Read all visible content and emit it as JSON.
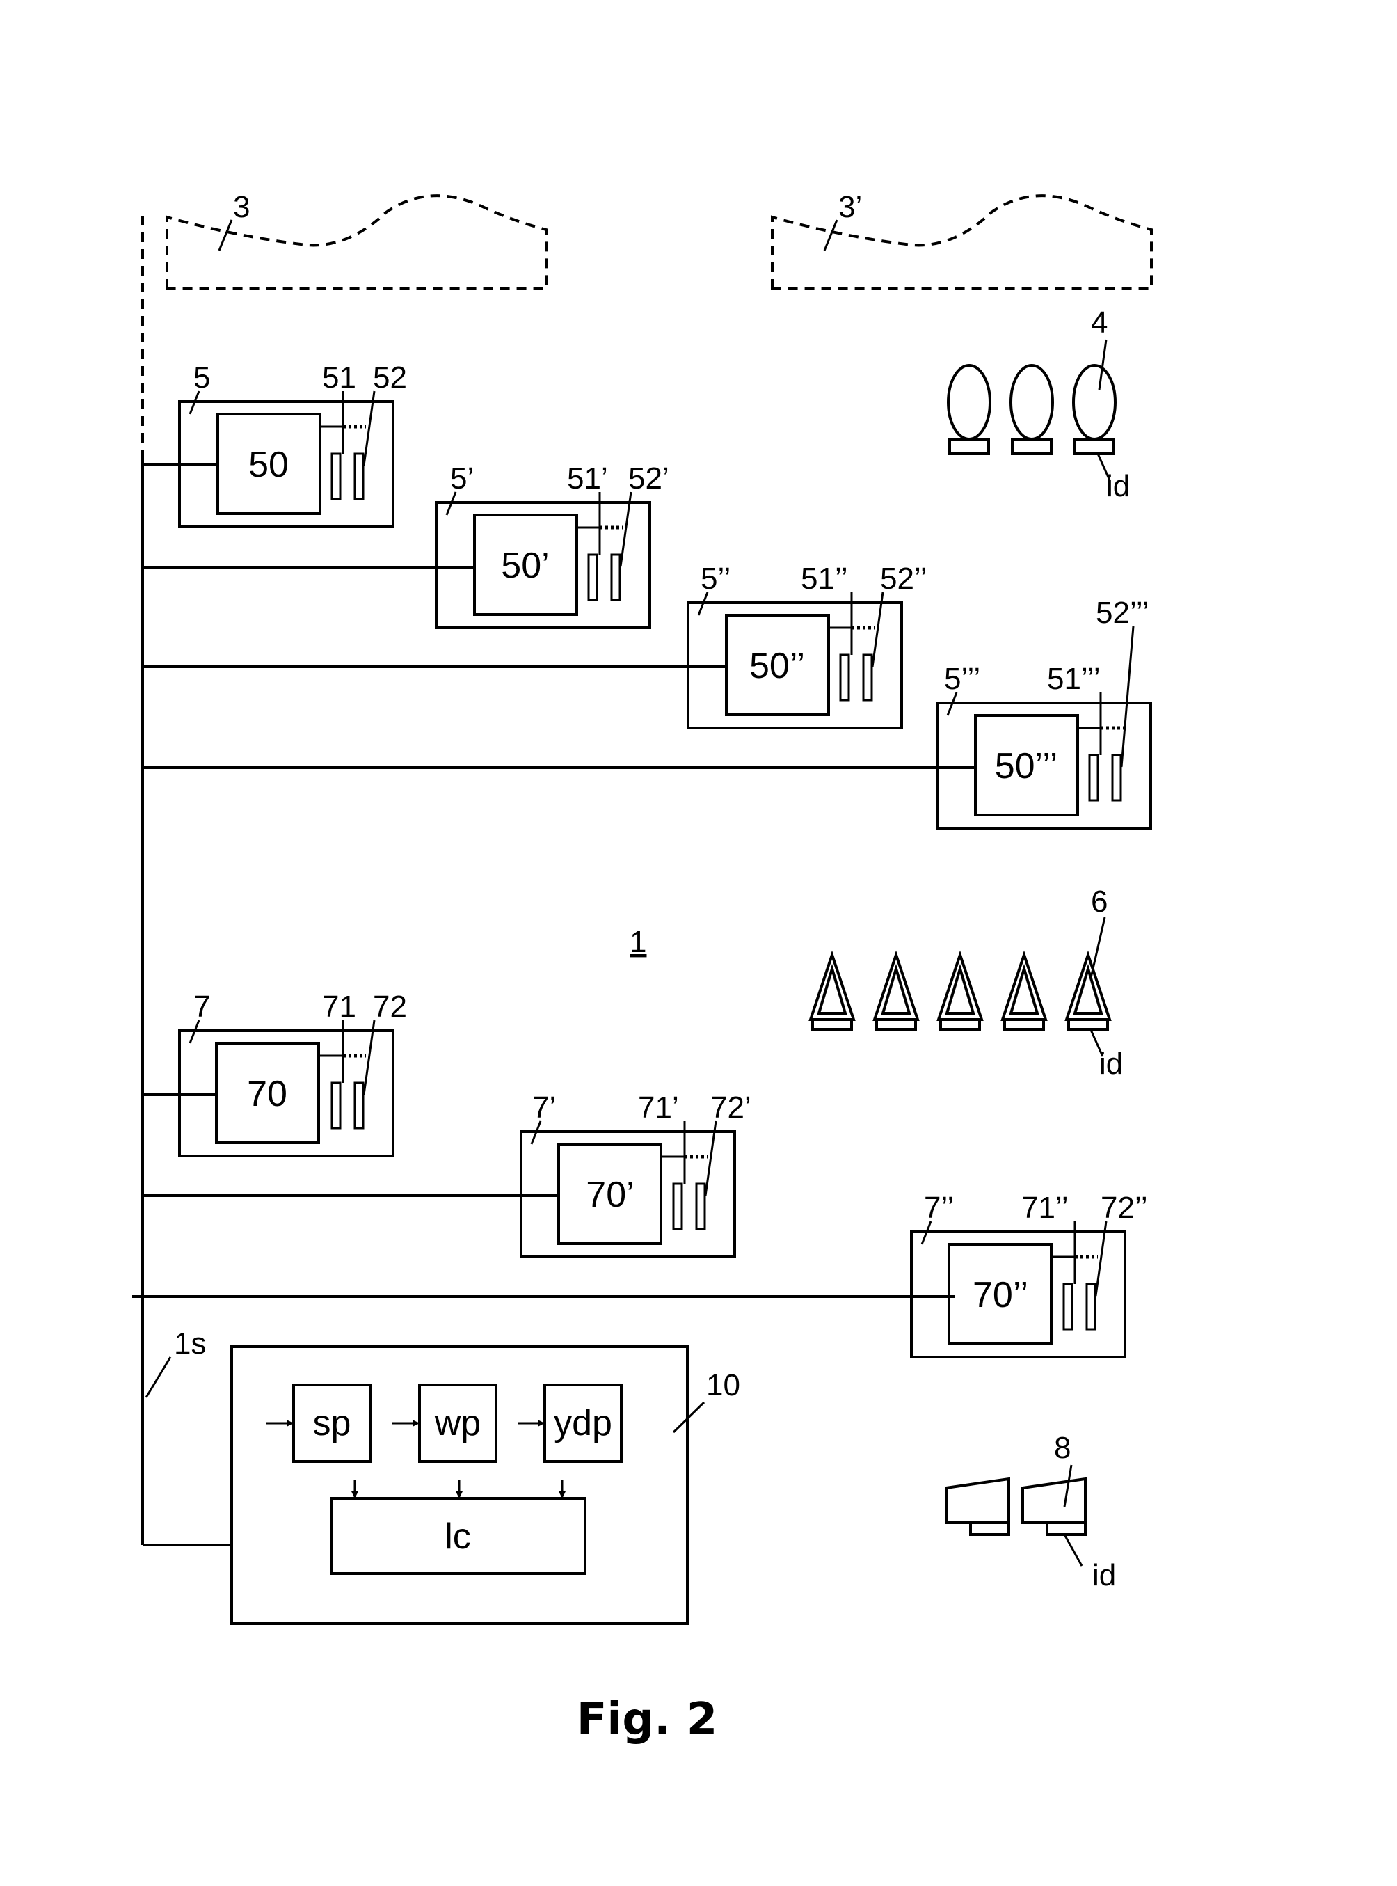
{
  "figure": {
    "caption": "Fig. 2",
    "system_label": "1",
    "bus_label": "1s",
    "materials": [
      {
        "ref": "3",
        "kind": "dashed-region"
      },
      {
        "ref": "3’",
        "kind": "dashed-region"
      }
    ],
    "resource_groups": [
      {
        "group_ref": "4",
        "id_label": "id",
        "item_count": 3,
        "shape": "ellipse"
      },
      {
        "group_ref": "6",
        "id_label": "id",
        "item_count": 5,
        "shape": "triangle"
      },
      {
        "group_ref": "8",
        "id_label": "id",
        "item_count": 2,
        "shape": "wedge"
      }
    ],
    "stations": [
      {
        "unit": "5",
        "core": "50",
        "slot1": "51",
        "slot2": "52"
      },
      {
        "unit": "5’",
        "core": "50’",
        "slot1": "51’",
        "slot2": "52’"
      },
      {
        "unit": "5’’",
        "core": "50’’",
        "slot1": "51’’",
        "slot2": "52’’"
      },
      {
        "unit": "5’’’",
        "core": "50’’’",
        "slot1": "51’’’",
        "slot2": "52’’’"
      },
      {
        "unit": "7",
        "core": "70",
        "slot1": "71",
        "slot2": "72"
      },
      {
        "unit": "7’",
        "core": "70’",
        "slot1": "71’",
        "slot2": "72’"
      },
      {
        "unit": "7’’",
        "core": "70’’",
        "slot1": "71’’",
        "slot2": "72’’"
      }
    ],
    "controller": {
      "ref": "10",
      "modules": [
        "sp",
        "wp",
        "ydp"
      ],
      "core": "lc"
    }
  }
}
